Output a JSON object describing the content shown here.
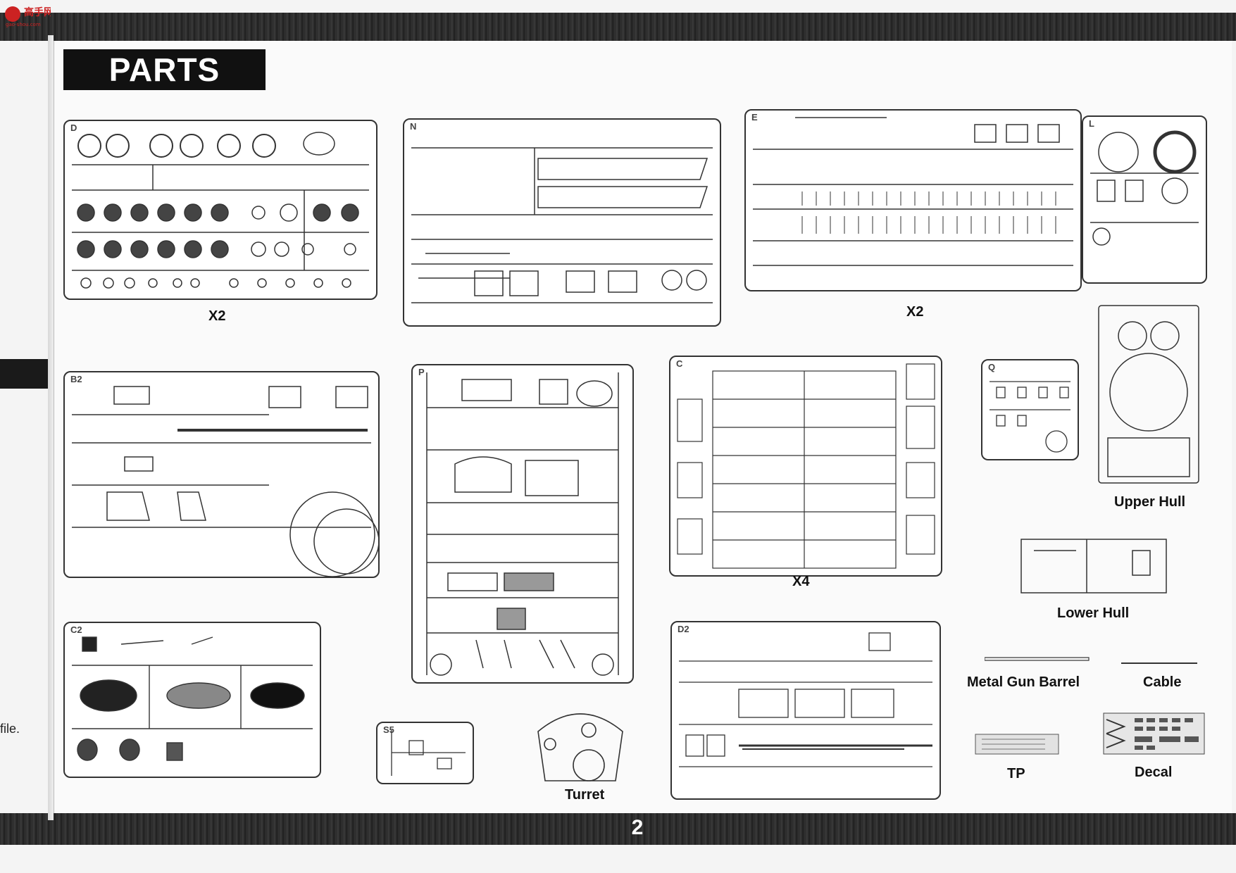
{
  "page": {
    "title": "PARTS",
    "page_number": "2",
    "margin_fragment": "file."
  },
  "logo": {
    "text": "高手网",
    "subtext": "gao-shou.com"
  },
  "sprues": [
    {
      "id": "sprue-d",
      "tag": "D",
      "multiplier": "X2"
    },
    {
      "id": "sprue-n",
      "tag": "N",
      "multiplier": ""
    },
    {
      "id": "sprue-e",
      "tag": "E",
      "multiplier": "X2"
    },
    {
      "id": "sprue-l",
      "tag": "L",
      "multiplier": ""
    },
    {
      "id": "sprue-b2",
      "tag": "B2",
      "multiplier": ""
    },
    {
      "id": "sprue-p",
      "tag": "P",
      "multiplier": ""
    },
    {
      "id": "sprue-c",
      "tag": "C",
      "multiplier": "X4"
    },
    {
      "id": "sprue-q",
      "tag": "Q",
      "multiplier": ""
    },
    {
      "id": "sprue-c2",
      "tag": "C2",
      "multiplier": ""
    },
    {
      "id": "sprue-d2",
      "tag": "D2",
      "multiplier": ""
    },
    {
      "id": "sprue-small",
      "tag": "S5",
      "multiplier": ""
    }
  ],
  "parts": {
    "upper_hull": "Upper Hull",
    "lower_hull": "Lower Hull",
    "metal_gun_barrel": "Metal Gun Barrel",
    "cable": "Cable",
    "turret": "Turret",
    "tp": "TP",
    "decal": "Decal"
  }
}
